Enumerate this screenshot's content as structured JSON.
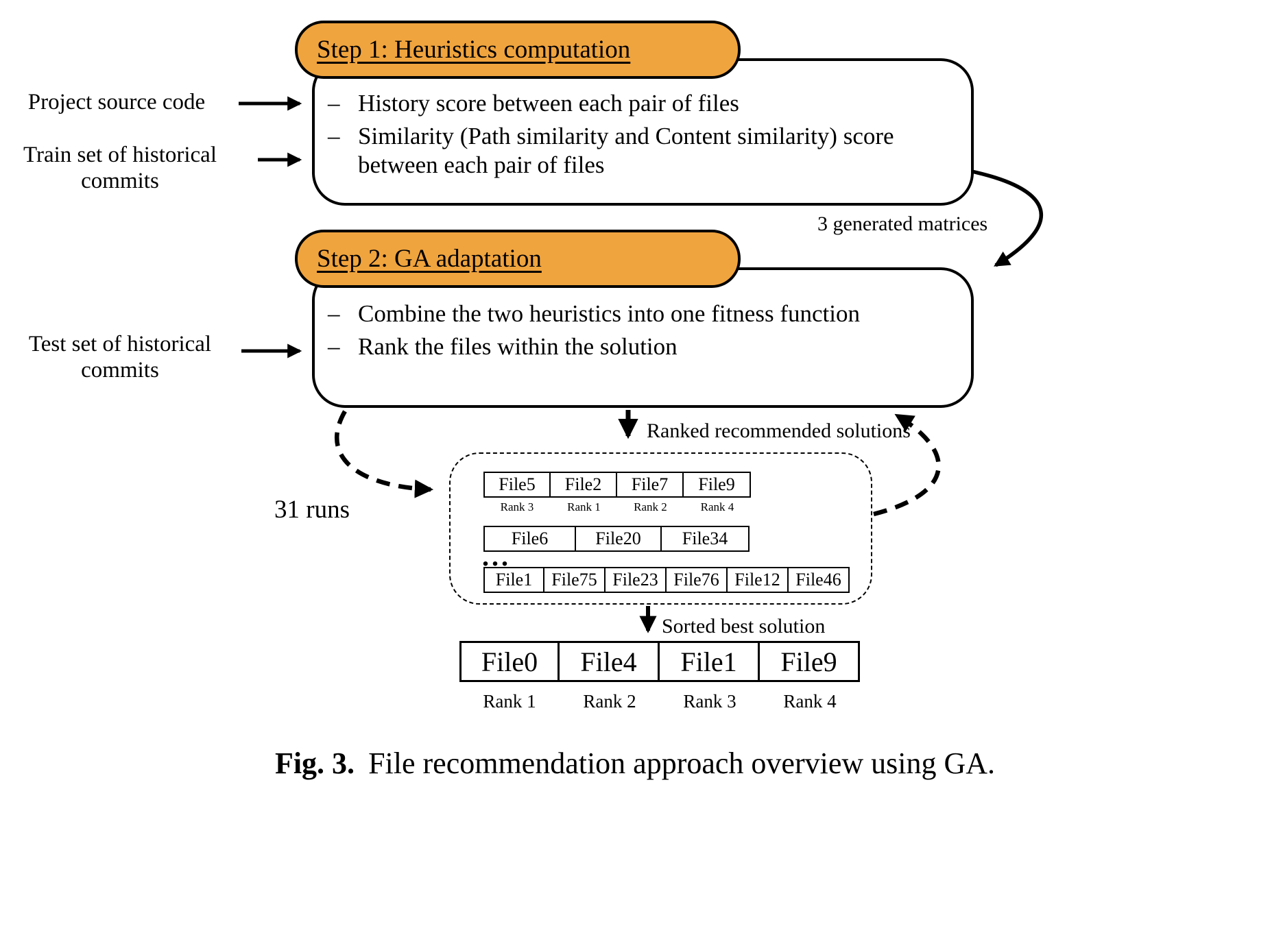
{
  "colors": {
    "accent": "#F0A43E"
  },
  "bullet_marker": "–",
  "step1": {
    "title": "Step 1: Heuristics computation",
    "bullets": [
      "History score between each pair of files",
      "Similarity (Path similarity and Content similarity) score between each pair of files"
    ]
  },
  "step2": {
    "title": "Step 2: GA adaptation",
    "bullets": [
      "Combine the two heuristics into one fitness function",
      "Rank the files within the solution"
    ]
  },
  "inputs": {
    "project_source_code": "Project source code",
    "train_set": "Train set of historical commits",
    "test_set": "Test set of historical commits"
  },
  "annotations": {
    "generated_matrices": "3 generated matrices",
    "ranked_solutions": "Ranked recommended solutions",
    "runs": "31 runs",
    "ellipsis": "...",
    "sorted_best": "Sorted best solution"
  },
  "ranked_solutions": {
    "row1_files": [
      "File5",
      "File2",
      "File7",
      "File9"
    ],
    "row1_ranks": [
      "Rank 3",
      "Rank 1",
      "Rank 2",
      "Rank 4"
    ],
    "row2_files": [
      "File6",
      "File20",
      "File34"
    ],
    "row3_files": [
      "File1",
      "File75",
      "File23",
      "File76",
      "File12",
      "File46"
    ]
  },
  "best_solution": {
    "files": [
      "File0",
      "File4",
      "File1",
      "File9"
    ],
    "ranks": [
      "Rank 1",
      "Rank 2",
      "Rank 3",
      "Rank 4"
    ]
  },
  "caption": {
    "label": "Fig. 3.",
    "text": "File recommendation approach overview using GA."
  }
}
